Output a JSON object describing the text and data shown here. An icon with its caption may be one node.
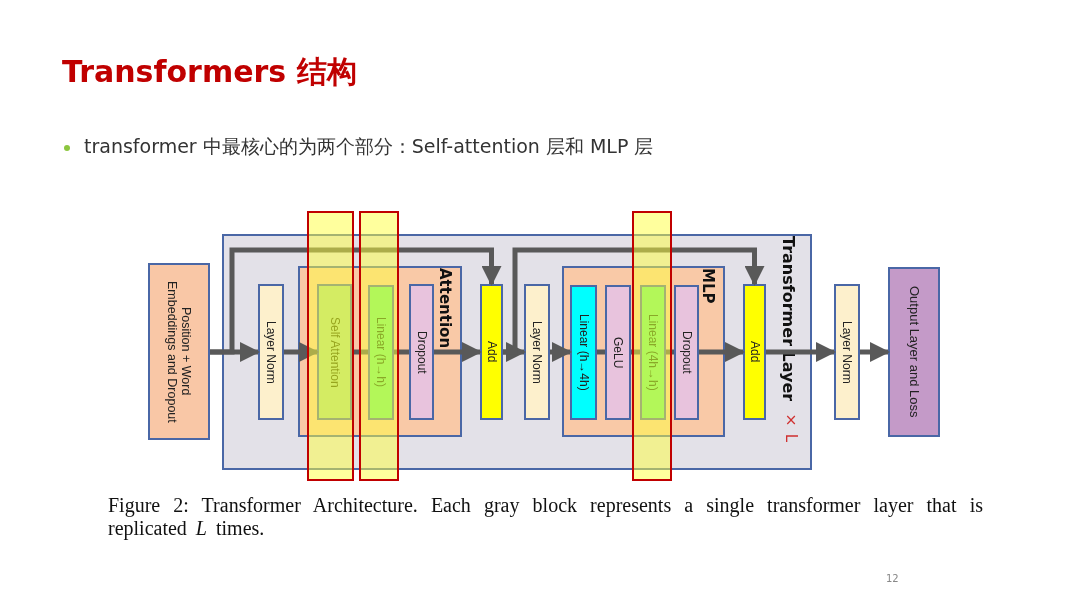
{
  "diagram": {
    "title": "Transformers 结构",
    "caption": "Figure 2: Transformer Architecture. Each gray block represents a single transformer layer that is replicated *L* times.",
    "nodes": [
      {
        "text": [
          "Position + Word Embeddings and Dropout"
        ]
      },
      {
        "text": [
          "Transformer Layer"
        ],
        "beside": [
          "× L"
        ]
      },
      {
        "text": [
          "Layer Norm"
        ],
        "in": 1
      },
      {
        "text": [
          "Attention"
        ],
        "in": 1
      },
      {
        "text": [
          "Self Attention"
        ],
        "in": 3
      },
      {
        "text": [
          "Linear (h→h)"
        ],
        "in": 3
      },
      {
        "text": [
          "Dropout"
        ],
        "in": 3
      },
      {
        "text": [
          "Add"
        ],
        "in": 1
      },
      {
        "text": [
          "Layer Norm"
        ],
        "in": 1
      },
      {
        "text": [
          "MLP"
        ],
        "in": 1
      },
      {
        "text": [
          "Linear (h→4h)"
        ],
        "in": 9
      },
      {
        "text": [
          "GeLU"
        ],
        "in": 9
      },
      {
        "text": [
          "Linear (4h→h)"
        ],
        "in": 9
      },
      {
        "text": [
          "Dropout"
        ],
        "in": 9
      },
      {
        "text": [
          "Add"
        ],
        "in": 1
      },
      {
        "text": [
          "Layer Norm"
        ]
      },
      {
        "text": [
          "Output Layer and Loss"
        ]
      }
    ],
    "edges": [
      {
        "from": 0,
        "to": 2,
        "arrow": "to"
      },
      {
        "from": 0,
        "to": 7,
        "arrow": "to"
      },
      {
        "from": 2,
        "to": 4,
        "arrow": "to"
      },
      {
        "from": 4,
        "to": 5,
        "arrow": "none"
      },
      {
        "from": 5,
        "to": 6,
        "arrow": "none"
      },
      {
        "from": 6,
        "to": 7,
        "arrow": "to"
      },
      {
        "from": 7,
        "to": 8,
        "arrow": "to"
      },
      {
        "from": 7,
        "to": 14,
        "arrow": "to"
      },
      {
        "from": 8,
        "to": 10,
        "arrow": "to"
      },
      {
        "from": 10,
        "to": 11,
        "arrow": "none"
      },
      {
        "from": 11,
        "to": 12,
        "arrow": "none"
      },
      {
        "from": 12,
        "to": 13,
        "arrow": "none"
      },
      {
        "from": 13,
        "to": 14,
        "arrow": "to"
      },
      {
        "from": 14,
        "to": 15,
        "arrow": "to"
      },
      {
        "from": 15,
        "to": 16,
        "arrow": "to"
      }
    ],
    "labels": [
      "transformer 中最核心的为两个部分：Self-attention 层和 MLP 层",
      "12"
    ]
  }
}
